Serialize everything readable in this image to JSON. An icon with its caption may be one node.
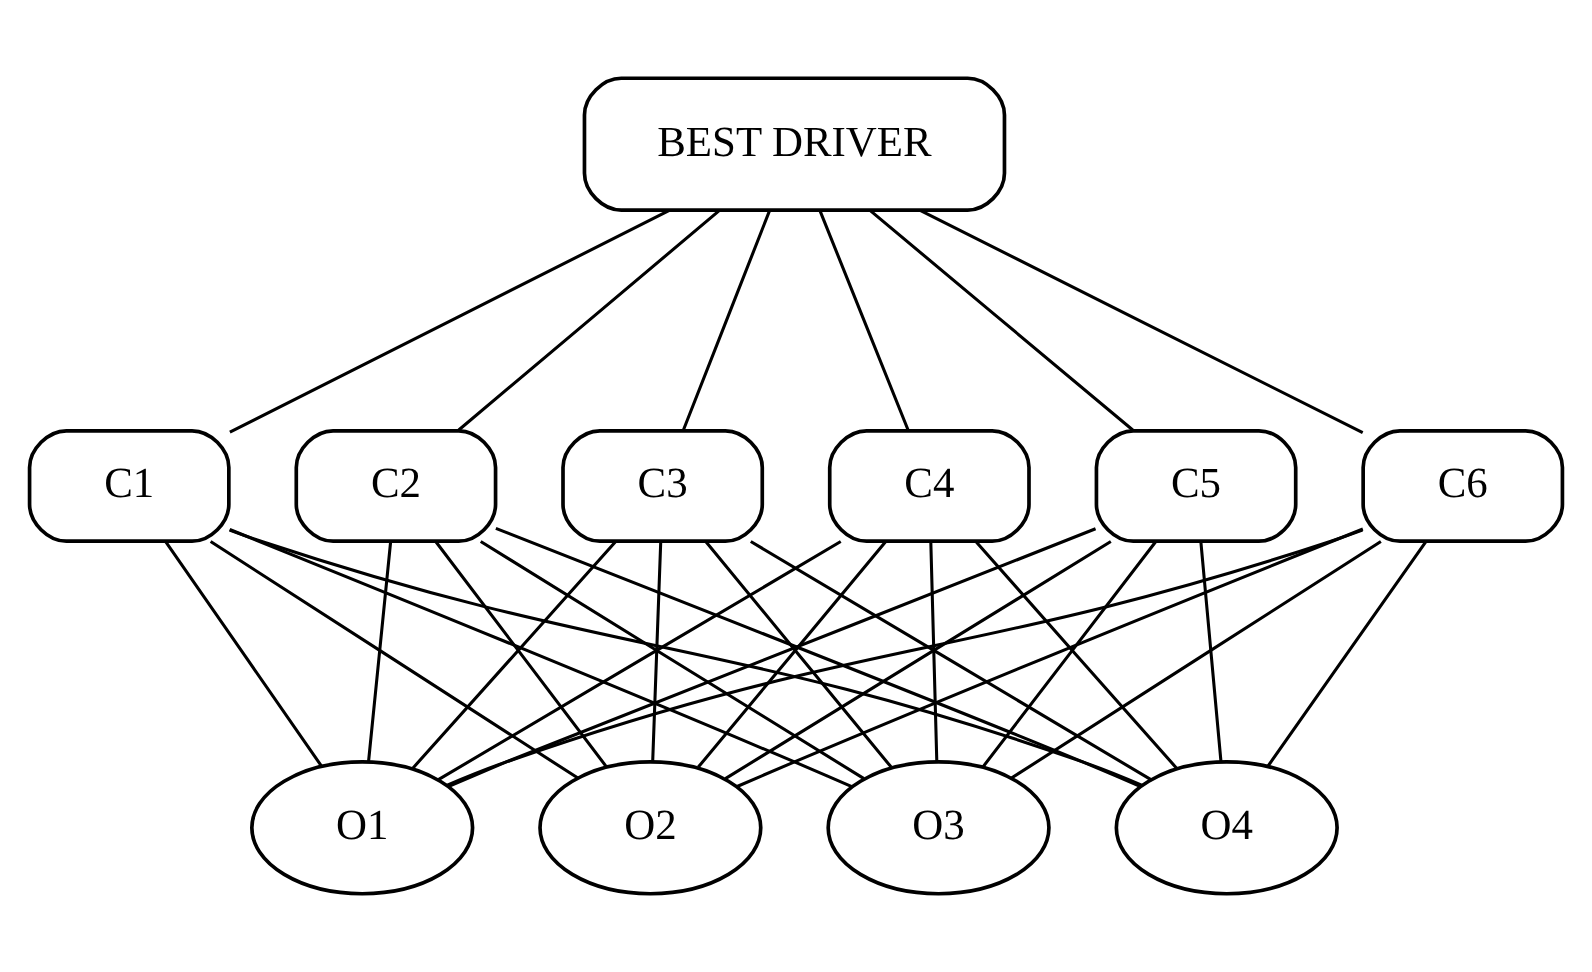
{
  "diagram": {
    "nodes": [
      {
        "text": [
          "BEST DRIVER"
        ]
      },
      {
        "text": [
          "C1"
        ]
      },
      {
        "text": [
          "C2"
        ]
      },
      {
        "text": [
          "C3"
        ]
      },
      {
        "text": [
          "C4"
        ]
      },
      {
        "text": [
          "C5"
        ]
      },
      {
        "text": [
          "C6"
        ]
      },
      {
        "text": [
          "O1"
        ]
      },
      {
        "text": [
          "O2"
        ]
      },
      {
        "text": [
          "O3"
        ]
      },
      {
        "text": [
          "O4"
        ]
      }
    ],
    "edges": [
      {
        "from": 0,
        "to": 1,
        "arrow": "none"
      },
      {
        "from": 0,
        "to": 2,
        "arrow": "none"
      },
      {
        "from": 0,
        "to": 3,
        "arrow": "none"
      },
      {
        "from": 0,
        "to": 4,
        "arrow": "none"
      },
      {
        "from": 0,
        "to": 5,
        "arrow": "none"
      },
      {
        "from": 0,
        "to": 6,
        "arrow": "none"
      },
      {
        "from": 1,
        "to": 7,
        "arrow": "none"
      },
      {
        "from": 1,
        "to": 8,
        "arrow": "none"
      },
      {
        "from": 1,
        "to": 9,
        "arrow": "none"
      },
      {
        "from": 1,
        "to": 10,
        "arrow": "none"
      },
      {
        "from": 2,
        "to": 7,
        "arrow": "none"
      },
      {
        "from": 2,
        "to": 8,
        "arrow": "none"
      },
      {
        "from": 2,
        "to": 9,
        "arrow": "none"
      },
      {
        "from": 2,
        "to": 10,
        "arrow": "none"
      },
      {
        "from": 3,
        "to": 7,
        "arrow": "none"
      },
      {
        "from": 3,
        "to": 8,
        "arrow": "none"
      },
      {
        "from": 3,
        "to": 9,
        "arrow": "none"
      },
      {
        "from": 3,
        "to": 10,
        "arrow": "none"
      },
      {
        "from": 4,
        "to": 7,
        "arrow": "none"
      },
      {
        "from": 4,
        "to": 8,
        "arrow": "none"
      },
      {
        "from": 4,
        "to": 9,
        "arrow": "none"
      },
      {
        "from": 4,
        "to": 10,
        "arrow": "none"
      },
      {
        "from": 5,
        "to": 7,
        "arrow": "none"
      },
      {
        "from": 5,
        "to": 8,
        "arrow": "none"
      },
      {
        "from": 5,
        "to": 9,
        "arrow": "none"
      },
      {
        "from": 5,
        "to": 10,
        "arrow": "none"
      },
      {
        "from": 6,
        "to": 7,
        "arrow": "none"
      },
      {
        "from": 6,
        "to": 8,
        "arrow": "none"
      },
      {
        "from": 6,
        "to": 9,
        "arrow": "none"
      },
      {
        "from": 6,
        "to": 10,
        "arrow": "none"
      }
    ]
  }
}
